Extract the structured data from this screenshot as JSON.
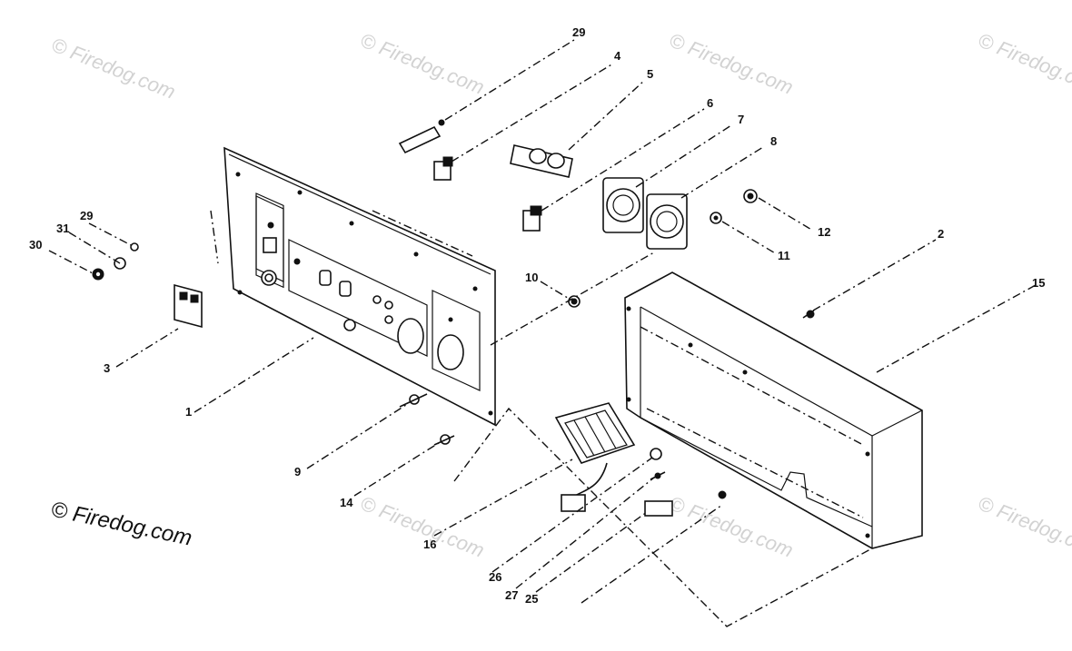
{
  "watermark": {
    "text": "© Firedog.com",
    "repeat_count": 8
  },
  "labels": {
    "l29a": "29",
    "l4": "4",
    "l5": "5",
    "l6": "6",
    "l7": "7",
    "l8": "8",
    "l12": "12",
    "l11": "11",
    "l2": "2",
    "l15": "15",
    "l10": "10",
    "l29b": "29",
    "l31": "31",
    "l30": "30",
    "l3": "3",
    "l1": "1",
    "l9": "9",
    "l14": "14",
    "l16": "16",
    "l26": "26",
    "l27": "27",
    "l25": "25"
  }
}
